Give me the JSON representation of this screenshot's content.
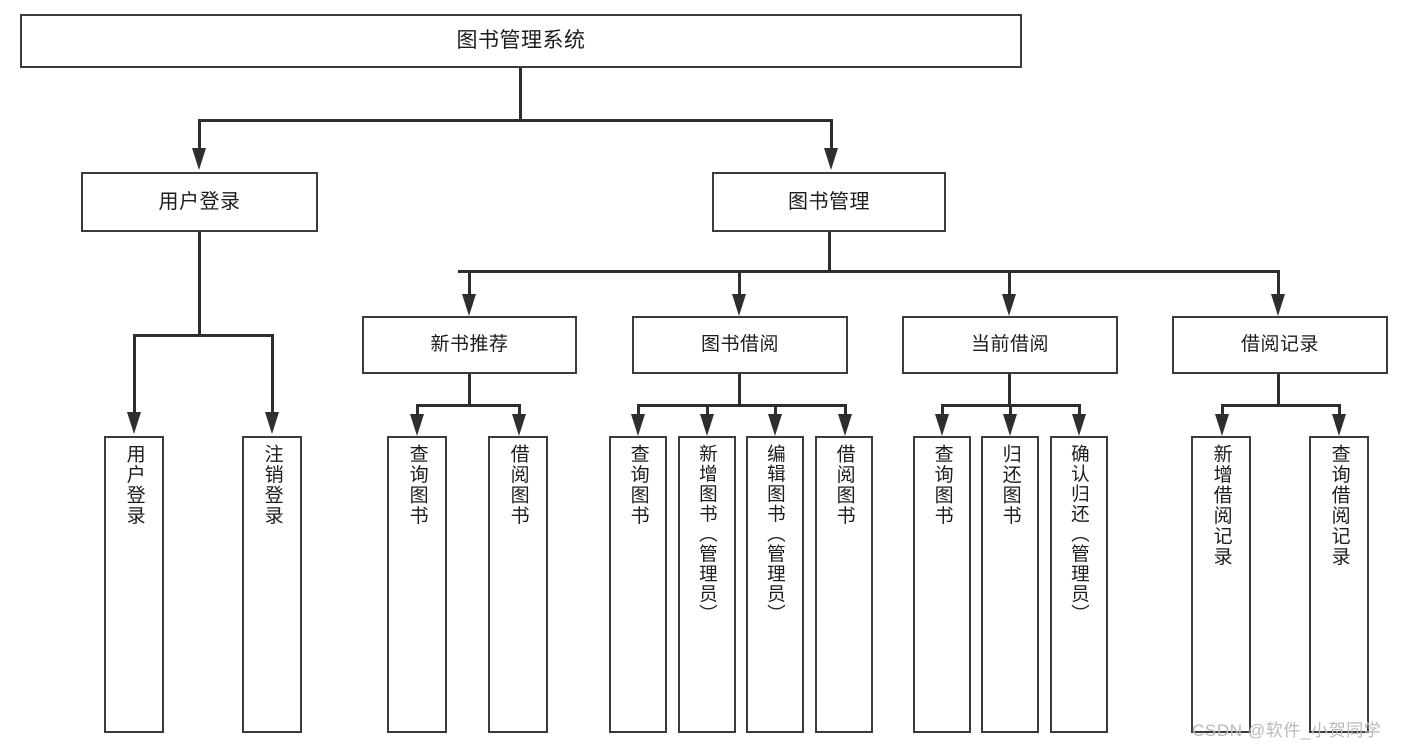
{
  "diagram": {
    "type": "tree-hierarchy-flowchart",
    "title": "图书管理系统",
    "root": {
      "id": "root",
      "label": "图书管理系统",
      "level": 0
    },
    "level1": [
      {
        "id": "user-login",
        "label": "用户登录",
        "level": 1
      },
      {
        "id": "book-management",
        "label": "图书管理",
        "level": 1
      }
    ],
    "level2": [
      {
        "id": "new-book-recommend",
        "label": "新书推荐",
        "level": 2,
        "parent": "book-management"
      },
      {
        "id": "book-borrow",
        "label": "图书借阅",
        "level": 2,
        "parent": "book-management"
      },
      {
        "id": "current-borrow",
        "label": "当前借阅",
        "level": 2,
        "parent": "book-management"
      },
      {
        "id": "borrow-record",
        "label": "借阅记录",
        "level": 2,
        "parent": "book-management"
      }
    ],
    "leaves": [
      {
        "id": "leaf-user-login",
        "label": "用户登录",
        "parent": "user-login"
      },
      {
        "id": "leaf-logout-login",
        "label": "注销登录",
        "parent": "user-login"
      },
      {
        "id": "leaf-query-book-1",
        "label": "查询图书",
        "parent": "new-book-recommend"
      },
      {
        "id": "leaf-borrow-book-1",
        "label": "借阅图书",
        "parent": "new-book-recommend"
      },
      {
        "id": "leaf-query-book-2",
        "label": "查询图书",
        "parent": "book-borrow"
      },
      {
        "id": "leaf-add-book",
        "label": "新增图书（管理员）",
        "parent": "book-borrow"
      },
      {
        "id": "leaf-edit-book",
        "label": "编辑图书（管理员）",
        "parent": "book-borrow"
      },
      {
        "id": "leaf-borrow-book-2",
        "label": "借阅图书",
        "parent": "book-borrow"
      },
      {
        "id": "leaf-query-book-3",
        "label": "查询图书",
        "parent": "current-borrow"
      },
      {
        "id": "leaf-return-book",
        "label": "归还图书",
        "parent": "current-borrow"
      },
      {
        "id": "leaf-confirm-return",
        "label": "确认归还（管理员）",
        "parent": "current-borrow"
      },
      {
        "id": "leaf-add-record",
        "label": "新增借阅记录",
        "parent": "borrow-record"
      },
      {
        "id": "leaf-query-record",
        "label": "查询借阅记录",
        "parent": "borrow-record"
      }
    ],
    "colors": {
      "box_border": "#3b3b3b",
      "connector": "#2e2e2e",
      "background": "#ffffff",
      "text": "#1c1c1c",
      "watermark": "#b9b9b9"
    }
  },
  "watermark": {
    "text": "CSDN @软件_小贺同学"
  }
}
